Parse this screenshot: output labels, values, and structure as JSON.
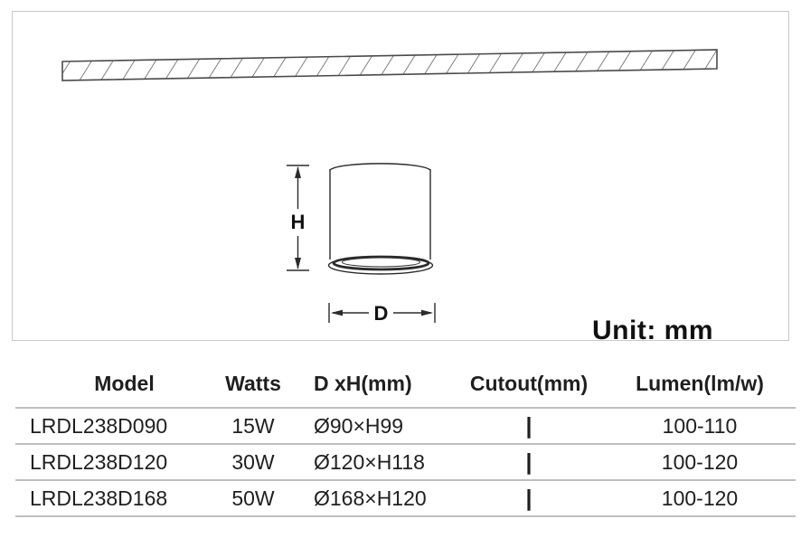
{
  "drawing": {
    "unit_label": "Unit: mm",
    "height_label": "H",
    "diameter_label": "D"
  },
  "table": {
    "headers": [
      "Model",
      "Watts",
      "D xH(mm)",
      "Cutout(mm)",
      "Lumen(lm/w)"
    ],
    "rows": [
      {
        "model": "LRDL238D090",
        "watts": "15W",
        "dxh": "Ø90×H99",
        "cutout": "|",
        "lumen": "100-110"
      },
      {
        "model": "LRDL238D120",
        "watts": "30W",
        "dxh": "Ø120×H118",
        "cutout": "|",
        "lumen": "100-120"
      },
      {
        "model": "LRDL238D168",
        "watts": "50W",
        "dxh": "Ø168×H120",
        "cutout": "|",
        "lumen": "100-120"
      }
    ]
  },
  "colors": {
    "panel_border": "#c9c9c9",
    "table_line": "#bfbfbf",
    "drawing_ink": "#2b2b2b",
    "text_ink": "#111111"
  }
}
